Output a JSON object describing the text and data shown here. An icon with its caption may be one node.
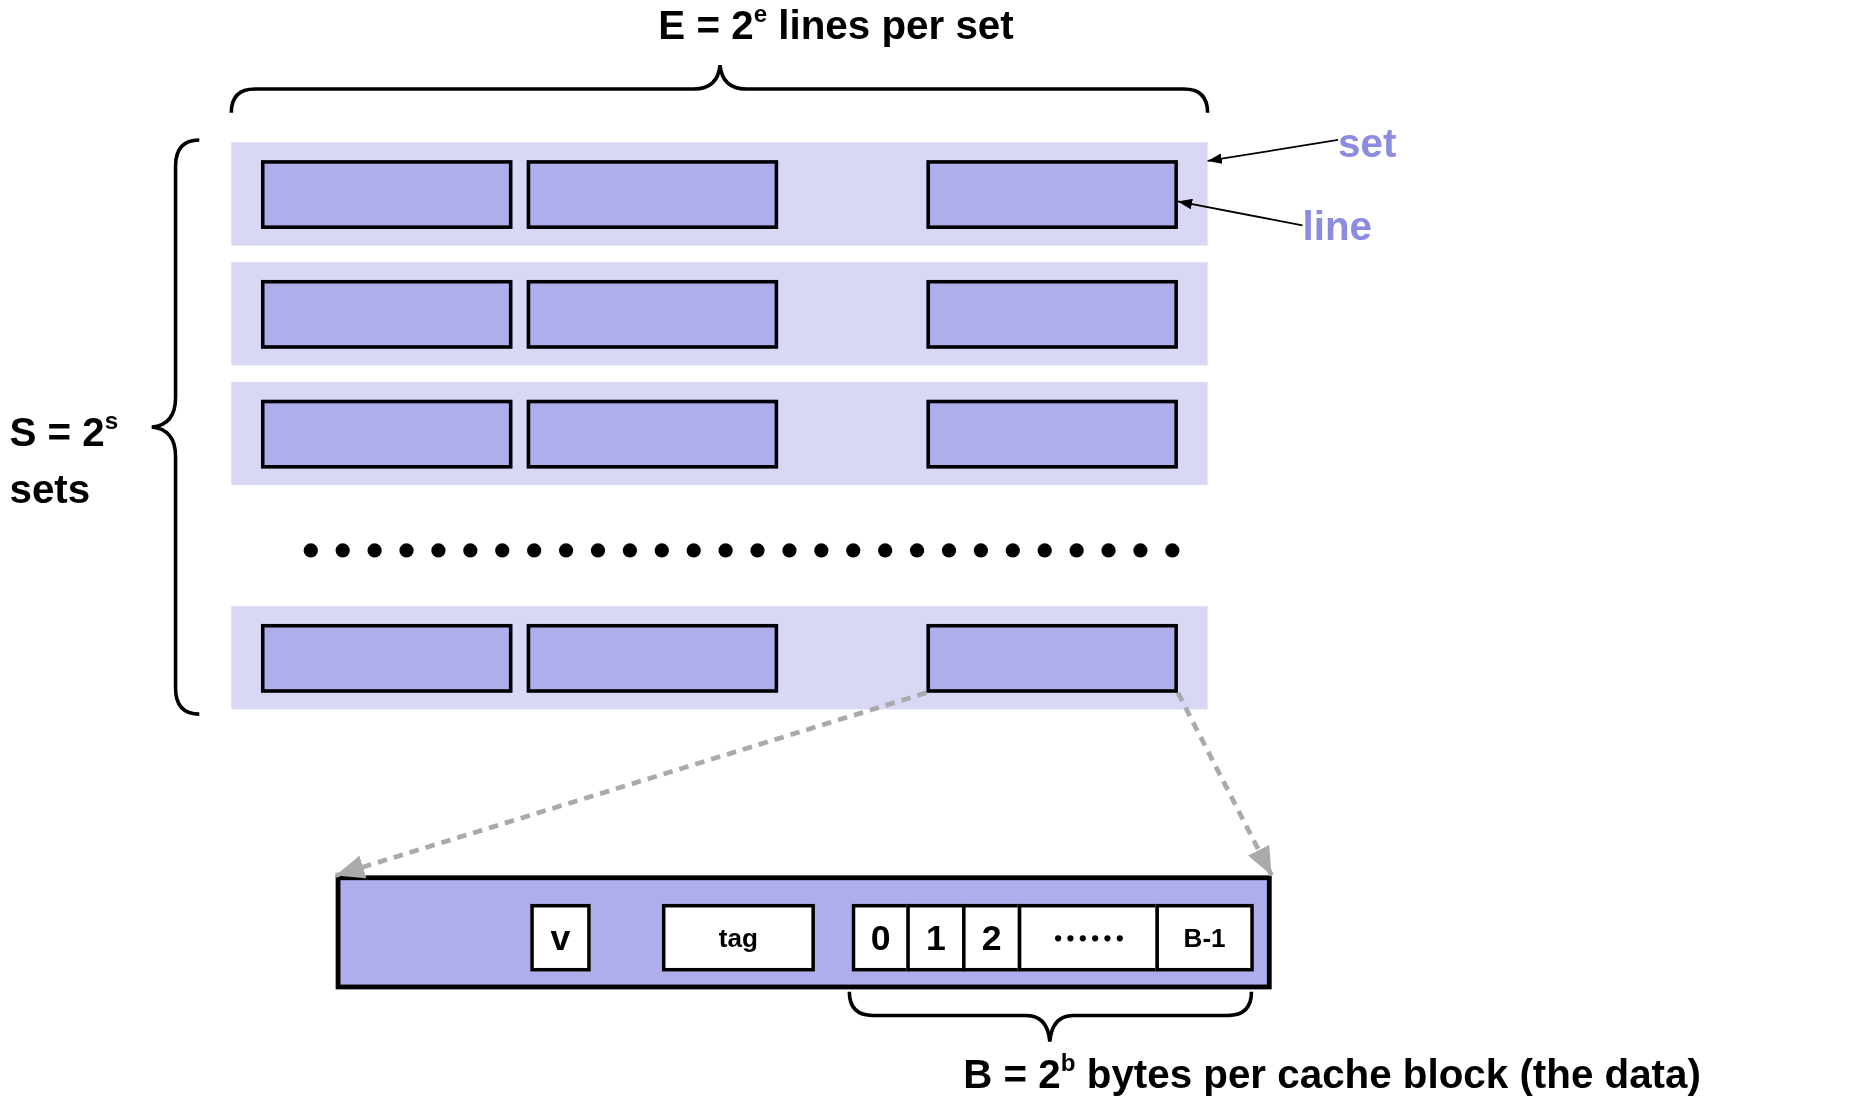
{
  "diagram": {
    "nodes": [
      {
        "text": [],
        "shape": "bar"
      },
      {
        "text": [],
        "shape": "box",
        "in": 0
      },
      {
        "text": [],
        "shape": "box",
        "in": 0
      },
      {
        "text": [],
        "shape": "box",
        "in": 0
      },
      {
        "text": [],
        "shape": "bar"
      },
      {
        "text": [],
        "shape": "box",
        "in": 4
      },
      {
        "text": [],
        "shape": "box",
        "in": 4
      },
      {
        "text": [],
        "shape": "box",
        "in": 4
      },
      {
        "text": [],
        "shape": "bar"
      },
      {
        "text": [],
        "shape": "box",
        "in": 8
      },
      {
        "text": [],
        "shape": "box",
        "in": 8
      },
      {
        "text": [],
        "shape": "box",
        "in": 8
      },
      {
        "text": [],
        "shape": "bar"
      },
      {
        "text": [],
        "shape": "box",
        "in": 12
      },
      {
        "text": [],
        "shape": "box",
        "in": 12
      },
      {
        "text": [],
        "shape": "box",
        "in": 12
      },
      {
        "text": [
          "set"
        ]
      },
      {
        "text": [
          "line"
        ]
      },
      {
        "text": [],
        "shape": "bar"
      },
      {
        "text": [
          "v"
        ],
        "in": 18
      },
      {
        "text": [
          "tag"
        ],
        "in": 18
      },
      {
        "text": [
          "0"
        ],
        "in": 18
      },
      {
        "text": [
          "1"
        ],
        "in": 18
      },
      {
        "text": [
          "2"
        ],
        "in": 18
      },
      {
        "text": [],
        "shape": "box",
        "in": 18
      },
      {
        "text": [
          "B-1"
        ],
        "in": 18
      }
    ],
    "edges": [
      {
        "from": 16,
        "to": 0,
        "arrow": "to"
      },
      {
        "from": 17,
        "to": 3,
        "arrow": "to"
      },
      {
        "from": 15,
        "to": 18,
        "arrow": "to",
        "style": "dashed",
        "color": "#aaaaaa"
      },
      {
        "from": 15,
        "to": 18,
        "arrow": "to",
        "style": "dashed",
        "color": "#aaaaaa"
      }
    ],
    "labels": [
      "E = 2$^{e}$ lines per set",
      "S = 2$^{s}$ sets",
      "B = 2$^{b}$ bytes per cache block (the data)"
    ]
  }
}
